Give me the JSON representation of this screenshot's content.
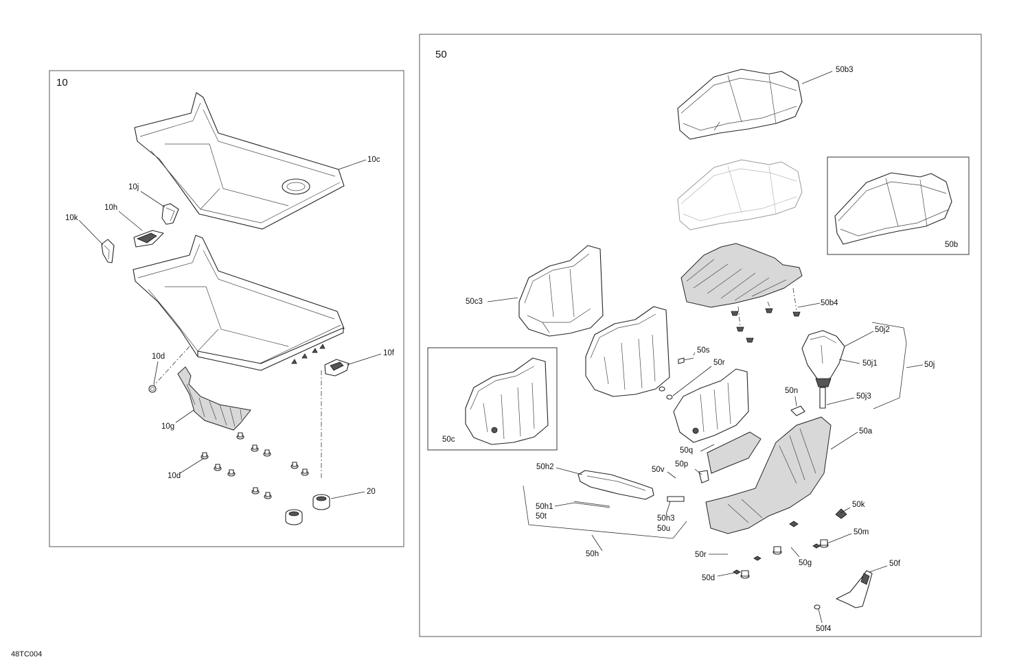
{
  "diagram": {
    "code": "48TC004",
    "panels": [
      {
        "id": "10",
        "label": "10",
        "callouts": [
          "10c",
          "10j",
          "10h",
          "10k",
          "10d",
          "10f",
          "10g",
          "10d",
          "20"
        ]
      },
      {
        "id": "50",
        "label": "50",
        "callouts": [
          "50b3",
          "50b",
          "50b4",
          "50c3",
          "50c",
          "50s",
          "50r",
          "50j2",
          "50j1",
          "50j",
          "50n",
          "50j3",
          "50a",
          "50q",
          "50p",
          "50v",
          "50h2",
          "50h1",
          "50t",
          "50h3",
          "50u",
          "50h",
          "50k",
          "50m",
          "50r",
          "50g",
          "50d",
          "50f",
          "50f4"
        ]
      }
    ]
  }
}
